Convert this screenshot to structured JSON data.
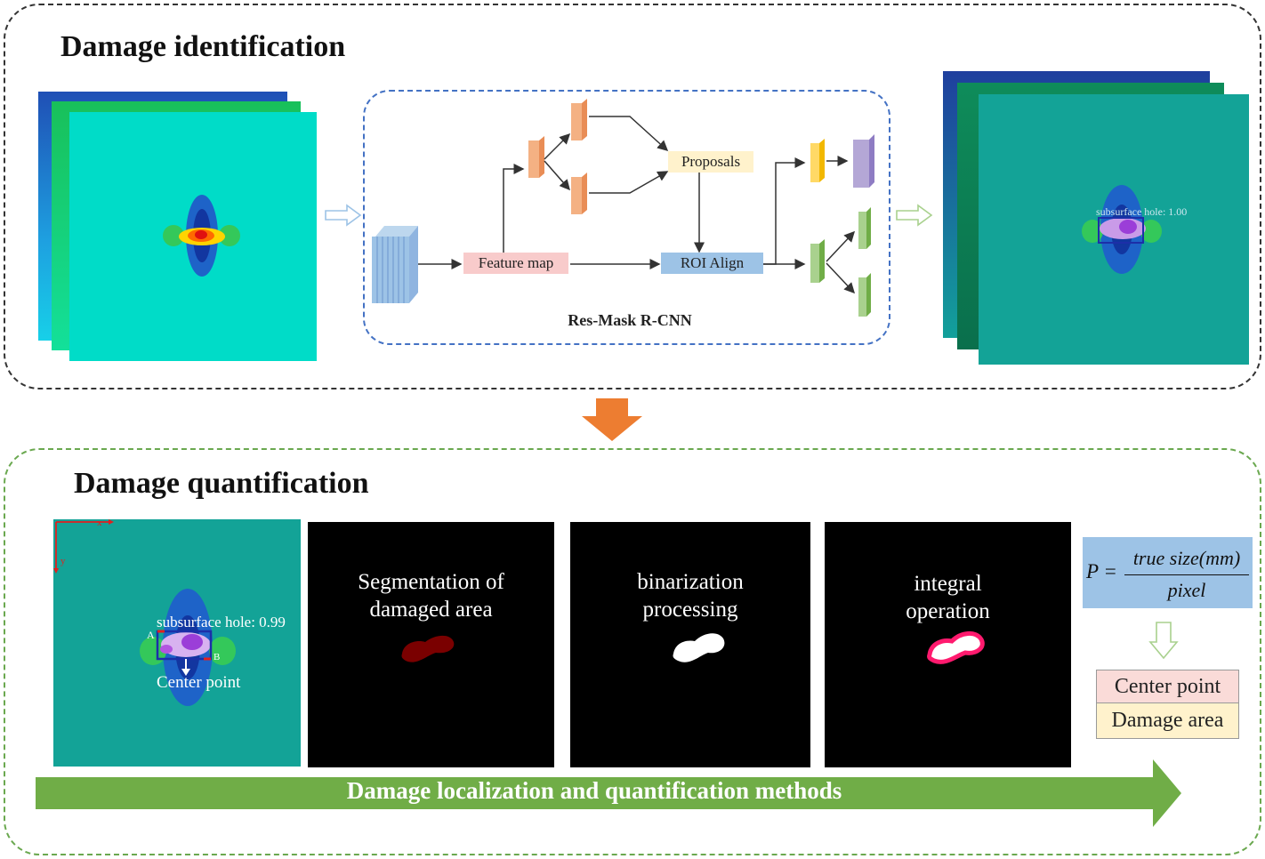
{
  "identification": {
    "title": "Damage identification",
    "network": {
      "name": "Res-Mask R-CNN",
      "feature_map": "Feature map",
      "proposals": "Proposals",
      "roi_align": "ROI Align"
    },
    "output_label": "subsurface hole:   1.00"
  },
  "quantification": {
    "title": "Damage quantification",
    "image": {
      "detection_label": "subsurface hole:   0.99",
      "center_label": "Center point",
      "axis_x": "x",
      "axis_y": "y",
      "point_a": "A",
      "point_b": "B"
    },
    "steps": [
      {
        "label": "Segmentation of\ndamaged area"
      },
      {
        "label": "binarization\nprocessing"
      },
      {
        "label": "integral\noperation"
      }
    ],
    "formula": {
      "lhs": "P =",
      "numerator": "true size(mm)",
      "denominator": "pixel"
    },
    "outputs": {
      "center": "Center point",
      "area": "Damage area"
    },
    "arrow_label": "Damage localization and quantification methods"
  },
  "colors": {
    "cyan_panel": "#00dcc8",
    "teal_panel": "#13a397",
    "green_arrow": "#70ad47",
    "orange_arrow": "#ed7d31",
    "mask_red": "#7a0000",
    "contour_pink": "#ff1a6e"
  }
}
